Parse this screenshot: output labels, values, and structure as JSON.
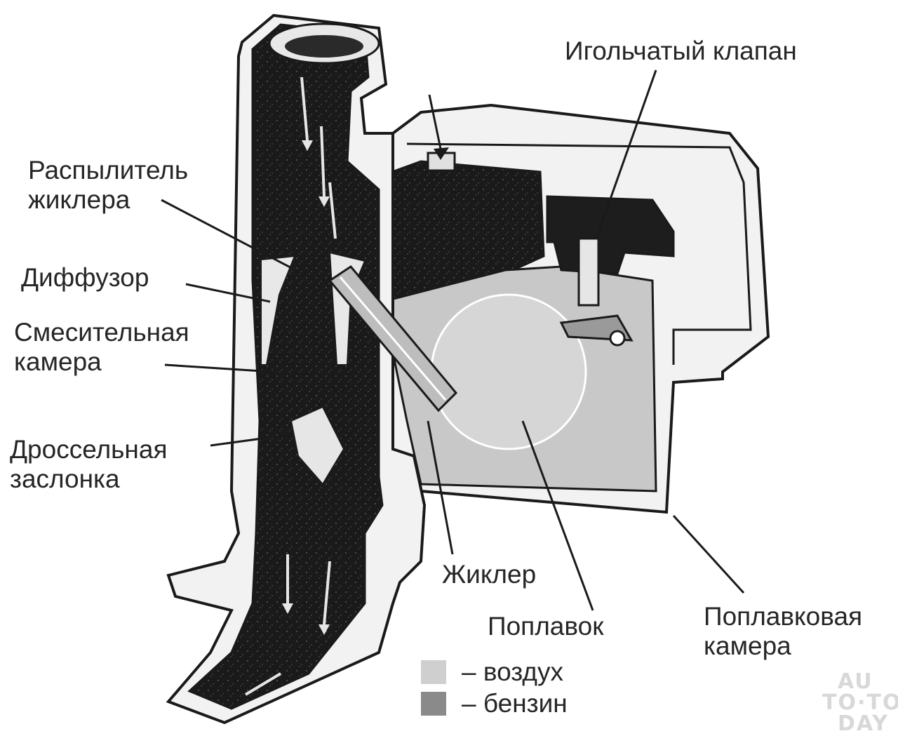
{
  "labels": {
    "needle_valve": "Игольчатый клапан",
    "atomizer_line1": "Распылитель",
    "atomizer_line2": "жиклера",
    "diffuser": "Диффузор",
    "mixing_line1": "Смесительная",
    "mixing_line2": "камера",
    "throttle_line1": "Дроссельная",
    "throttle_line2": "заслонка",
    "jet": "Жиклер",
    "float": "Поплавок",
    "float_chamber_line1": "Поплавковая",
    "float_chamber_line2": "камера"
  },
  "legend": [
    {
      "text": "– воздух",
      "color": "#cfcfcf"
    },
    {
      "text": "– бензин",
      "color": "#8a8a8a"
    }
  ],
  "watermark": {
    "line1": "AU",
    "line2": "TO·TO",
    "line3": "DAY"
  }
}
